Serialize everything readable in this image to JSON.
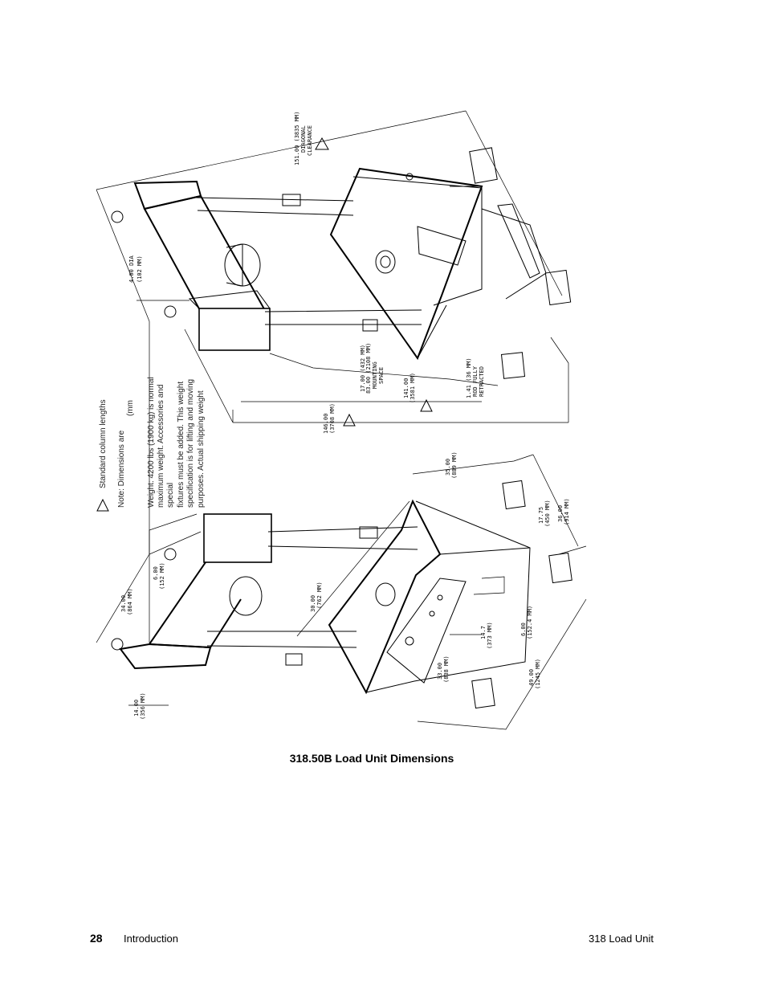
{
  "figure": {
    "caption": "318.50B Load Unit Dimensions",
    "notes": [
      "Standard column lengths",
      "Note: Dimensions are",
      "(mm",
      "Weight:  4200 lbs (1900 kg) is normal",
      "maximum weight. Accessories and",
      "special",
      "fixtures must be added. This weight",
      "specification is for lifting and moving",
      "purposes. Actual shipping weight"
    ],
    "dimensions_top": [
      "151.00 (3835 MM)",
      "DIAGONAL",
      "CLEARANCE",
      "4.00 DIA",
      "(102 MM)",
      "17.00 (432 MM)",
      "83.00 (2108 MM)",
      "MOUNTING",
      "SPACE",
      "141.00",
      "(3581 MM)",
      "1.41 (36 MM)",
      "ROD FULLY",
      "RETRACTED",
      "146.00",
      "(3708 MM)"
    ],
    "dimensions_bottom": [
      "34.00",
      "(864 MM)",
      "6.00",
      "(152 MM)",
      "14.00",
      "(356 MM)",
      "30.00",
      "(762 MM)",
      "35.00",
      "(889 MM)",
      "17.75",
      "(450 MM)",
      "36.00",
      "(914 MM)",
      "14.7",
      "(373 MM)",
      "6.00",
      "(152.4 MM)",
      "33.00",
      "(838 MM)",
      "49.00",
      "(1245 MM)"
    ]
  },
  "footer": {
    "page_number": "28",
    "section": "Introduction",
    "product": "318 Load Unit"
  }
}
